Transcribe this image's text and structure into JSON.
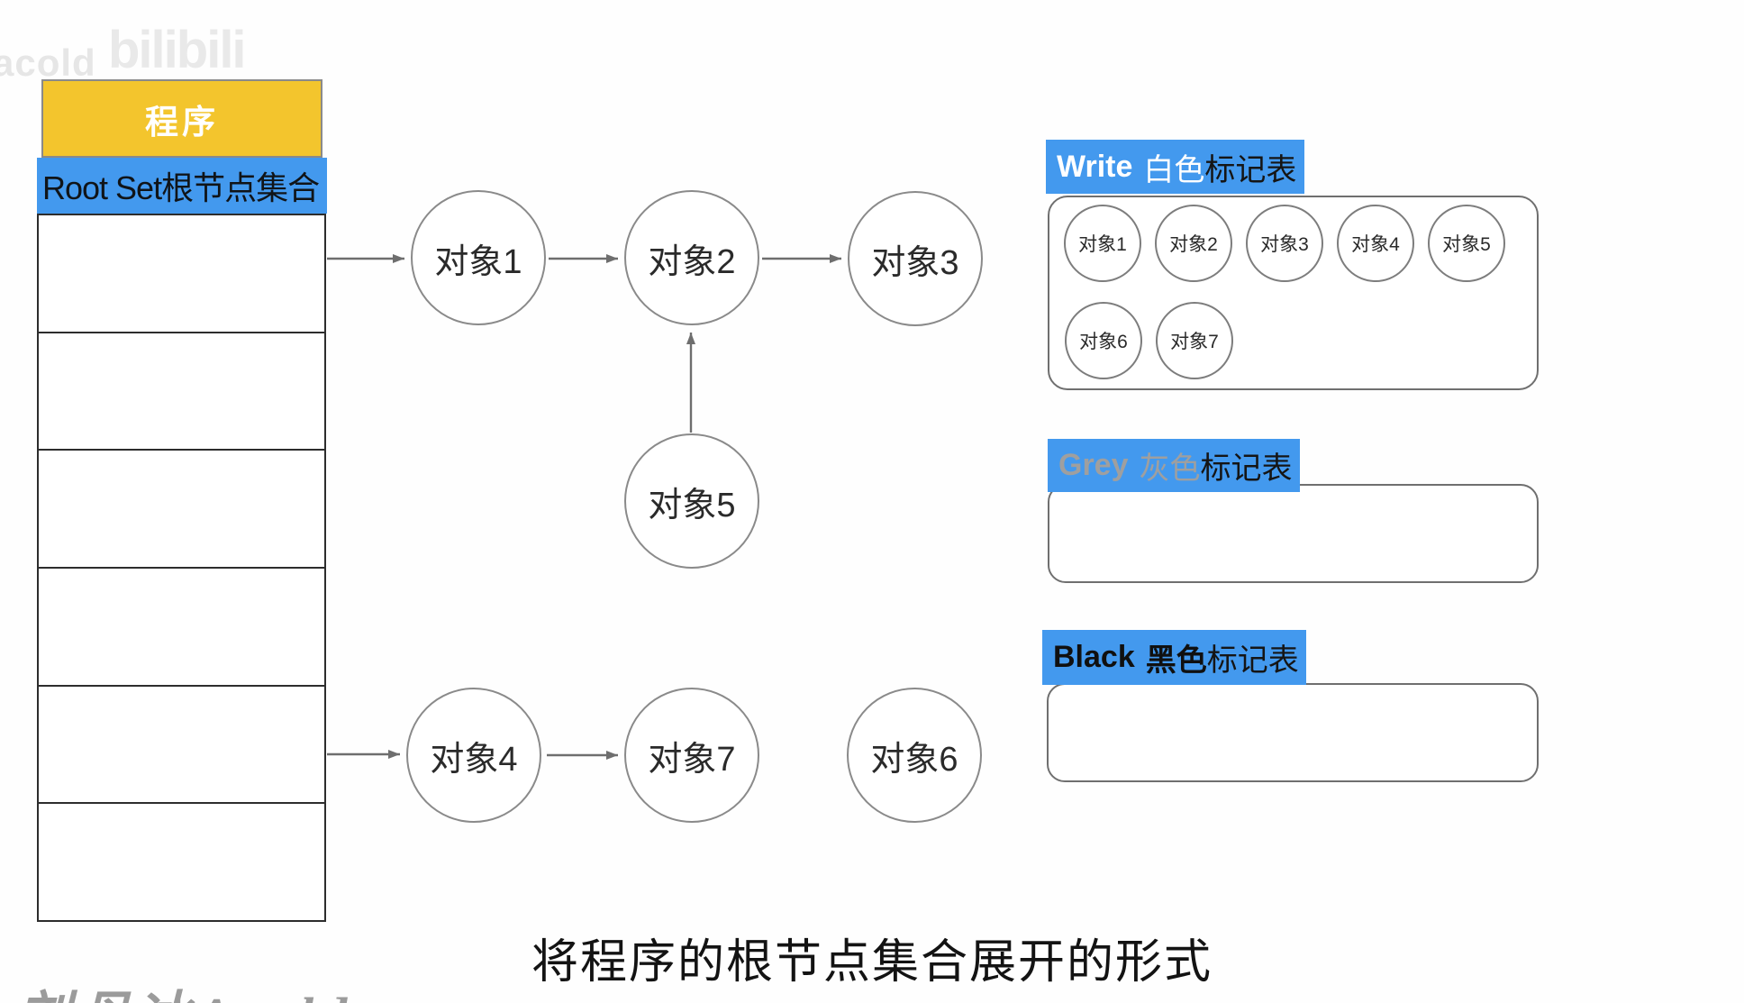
{
  "watermarks": {
    "brand": "acold",
    "logo": "bilibili",
    "signature": "刘丹冰Aceld"
  },
  "stack": {
    "header": "程序",
    "root_set": "Root Set根节点集合",
    "row_count": 6
  },
  "graph": {
    "nodes": [
      {
        "id": "obj1",
        "label": "对象1"
      },
      {
        "id": "obj2",
        "label": "对象2"
      },
      {
        "id": "obj3",
        "label": "对象3"
      },
      {
        "id": "obj5",
        "label": "对象5"
      },
      {
        "id": "obj4",
        "label": "对象4"
      },
      {
        "id": "obj7",
        "label": "对象7"
      },
      {
        "id": "obj6",
        "label": "对象6"
      }
    ]
  },
  "tables": {
    "white": {
      "en": "Write",
      "cn": "白色",
      "suffix": "标记表",
      "items": [
        "对象1",
        "对象2",
        "对象3",
        "对象4",
        "对象5",
        "对象6",
        "对象7"
      ]
    },
    "grey": {
      "en": "Grey",
      "cn": "灰色",
      "suffix": "标记表",
      "items": []
    },
    "black": {
      "en": "Black",
      "cn": "黑色",
      "suffix": "标记表",
      "items": []
    }
  },
  "caption": "将程序的根节点集合展开的形式",
  "colors": {
    "yellow": "#F3C52D",
    "blue": "#4399EE",
    "arrow": "#6e6e6e",
    "circle_border": "#8a8a8a",
    "table_border": "#2d2d2d"
  }
}
